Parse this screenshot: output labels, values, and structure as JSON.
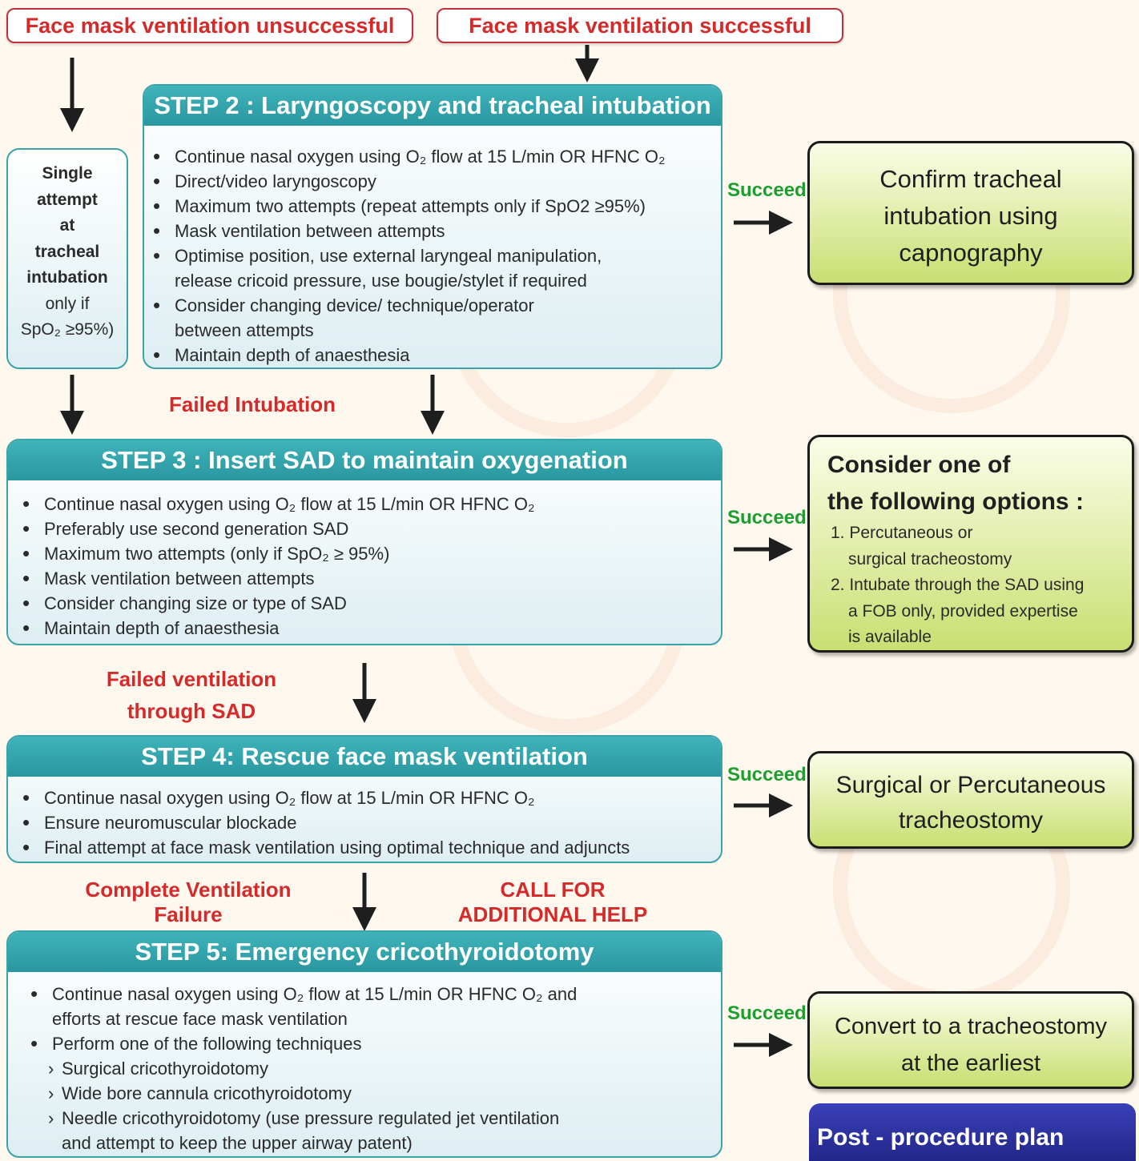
{
  "top": {
    "unsuccessful": "Face mask ventilation unsuccessful",
    "successful": "Face mask ventilation successful"
  },
  "side_box": {
    "lines": [
      "Single",
      "attempt",
      "at",
      "tracheal",
      "intubation",
      "only if",
      "SpO₂ ≥95%)"
    ]
  },
  "step2": {
    "title": "STEP 2 : Laryngoscopy and tracheal intubation",
    "items": [
      {
        "kind": "bullet",
        "text": "Continue nasal oxygen using O₂ flow at 15 L/min OR HFNC O₂"
      },
      {
        "kind": "bullet",
        "text": "Direct/video laryngoscopy"
      },
      {
        "kind": "bullet",
        "text": "Maximum two attempts (repeat attempts only if SpO2 ≥95%)"
      },
      {
        "kind": "bullet",
        "text": "Mask ventilation between attempts"
      },
      {
        "kind": "bullet",
        "text": "Optimise position, use external laryngeal manipulation,"
      },
      {
        "kind": "cont",
        "text": "release cricoid pressure, use bougie/stylet if required"
      },
      {
        "kind": "bullet",
        "text": "Consider changing device/ technique/operator"
      },
      {
        "kind": "cont",
        "text": "between attempts"
      },
      {
        "kind": "bullet",
        "text": "Maintain depth of anaesthesia"
      }
    ]
  },
  "failed_intubation": "Failed Intubation",
  "step3": {
    "title": "STEP 3 : Insert SAD to maintain oxygenation",
    "items": [
      {
        "kind": "bullet",
        "text": "Continue nasal oxygen using O₂ flow at 15 L/min OR HFNC O₂"
      },
      {
        "kind": "bullet",
        "text": "Preferably use second generation SAD"
      },
      {
        "kind": "bullet",
        "text": "Maximum two attempts (only if SpO₂ ≥ 95%)"
      },
      {
        "kind": "bullet",
        "text": "Mask ventilation between attempts"
      },
      {
        "kind": "bullet",
        "text": "Consider changing size or type of SAD"
      },
      {
        "kind": "bullet",
        "text": "Maintain depth of anaesthesia"
      }
    ]
  },
  "failed_ventilation": [
    "Failed ventilation",
    "through SAD"
  ],
  "step4": {
    "title": "STEP 4: Rescue face mask ventilation",
    "items": [
      {
        "kind": "bullet",
        "text": "Continue nasal oxygen using O₂ flow at 15 L/min OR HFNC O₂"
      },
      {
        "kind": "bullet",
        "text": "Ensure neuromuscular blockade"
      },
      {
        "kind": "bullet",
        "text": "Final attempt at face mask ventilation using optimal technique  and adjuncts"
      }
    ]
  },
  "complete_failure": [
    "Complete Ventilation",
    "Failure"
  ],
  "call_help": [
    "CALL FOR",
    "ADDITIONAL HELP"
  ],
  "step5": {
    "title": "STEP 5: Emergency cricothyroidotomy",
    "items": [
      {
        "kind": "bullet",
        "text": "Continue nasal oxygen using O₂ flow at 15 L/min OR HFNC O₂ and"
      },
      {
        "kind": "cont",
        "text": "efforts at rescue face mask ventilation"
      },
      {
        "kind": "bullet",
        "text": "Perform one of the following techniques"
      },
      {
        "kind": "sub",
        "text": "Surgical cricothyroidotomy"
      },
      {
        "kind": "sub",
        "text": "Wide bore cannula cricothyroidotomy"
      },
      {
        "kind": "sub",
        "text": "Needle cricothyroidotomy (use pressure regulated jet ventilation"
      },
      {
        "kind": "cont",
        "text": "and attempt to keep the upper airway patent)"
      }
    ]
  },
  "succeed_label": "Succeed",
  "outcomes": {
    "confirm": [
      "Confirm tracheal",
      "intubation using",
      "capnography"
    ],
    "consider": {
      "heading": [
        "Consider one of",
        "the following options :"
      ],
      "options": [
        "1. Percutaneous or",
        "surgical tracheostomy",
        "2. Intubate through the SAD using",
        "a FOB only, provided expertise",
        "is available"
      ]
    },
    "surgical": [
      "Surgical or Percutaneous",
      "tracheostomy"
    ],
    "convert": [
      "Convert to a tracheostomy",
      "at the earliest"
    ]
  },
  "post_procedure": "Post - procedure plan",
  "colors": {
    "teal": "#3aa2a9",
    "red_text": "#d42a2a",
    "green_text": "#1e9e2e",
    "green_box": "#c9df72",
    "post_box": "#2a2f9a"
  }
}
